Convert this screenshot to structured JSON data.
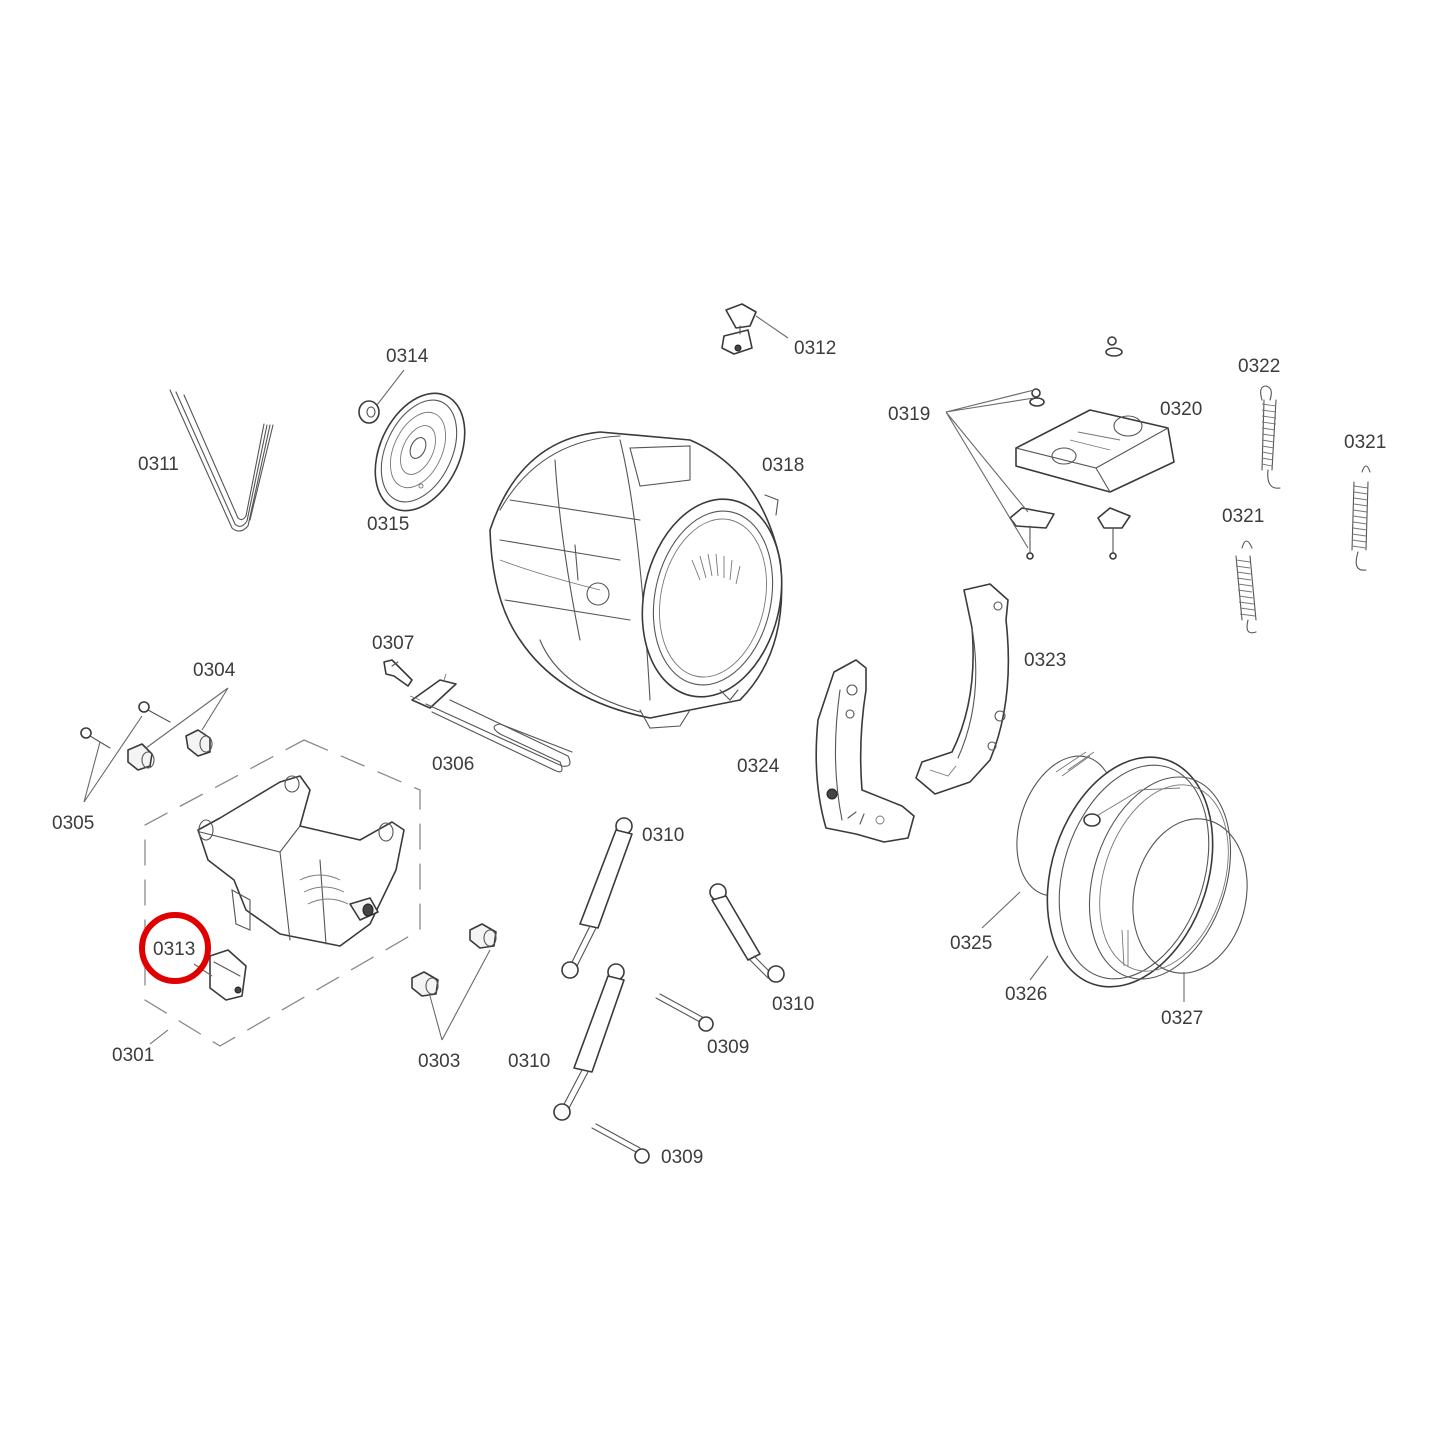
{
  "diagram": {
    "type": "exploded-parts-diagram",
    "subject": "washing machine tub / drum assembly",
    "highlight": {
      "part": "0313",
      "color": "#e00000",
      "shape": "circle"
    },
    "labels": {
      "p0301": "0301",
      "p0303": "0303",
      "p0304": "0304",
      "p0305": "0305",
      "p0306": "0306",
      "p0307": "0307",
      "p0309a": "0309",
      "p0309b": "0309",
      "p0310a": "0310",
      "p0310b": "0310",
      "p0310c": "0310",
      "p0311": "0311",
      "p0312": "0312",
      "p0313": "0313",
      "p0314": "0314",
      "p0315": "0315",
      "p0318": "0318",
      "p0319": "0319",
      "p0320": "0320",
      "p0321a": "0321",
      "p0321b": "0321",
      "p0322": "0322",
      "p0323": "0323",
      "p0324": "0324",
      "p0325": "0325",
      "p0326": "0326",
      "p0327": "0327"
    },
    "parts": [
      {
        "id": "0301",
        "icon": "motor-icon"
      },
      {
        "id": "0303",
        "icon": "bushing-icon"
      },
      {
        "id": "0304",
        "icon": "bushing-icon"
      },
      {
        "id": "0305",
        "icon": "screw-icon"
      },
      {
        "id": "0306",
        "icon": "heating-element-icon"
      },
      {
        "id": "0307",
        "icon": "sensor-icon"
      },
      {
        "id": "0309",
        "icon": "bolt-icon"
      },
      {
        "id": "0310",
        "icon": "shock-absorber-icon"
      },
      {
        "id": "0311",
        "icon": "drive-belt-icon"
      },
      {
        "id": "0312",
        "icon": "clip-icon"
      },
      {
        "id": "0313",
        "icon": "connector-icon"
      },
      {
        "id": "0314",
        "icon": "nut-icon"
      },
      {
        "id": "0315",
        "icon": "pulley-icon"
      },
      {
        "id": "0318",
        "icon": "tub-icon"
      },
      {
        "id": "0319",
        "icon": "screw-set-icon"
      },
      {
        "id": "0320",
        "icon": "counterweight-icon"
      },
      {
        "id": "0321",
        "icon": "spring-icon"
      },
      {
        "id": "0322",
        "icon": "spring-icon"
      },
      {
        "id": "0323",
        "icon": "bracket-right-icon"
      },
      {
        "id": "0324",
        "icon": "bracket-left-icon"
      },
      {
        "id": "0325",
        "icon": "clamp-icon"
      },
      {
        "id": "0326",
        "icon": "door-seal-icon"
      },
      {
        "id": "0327",
        "icon": "clamp-ring-icon"
      }
    ]
  }
}
